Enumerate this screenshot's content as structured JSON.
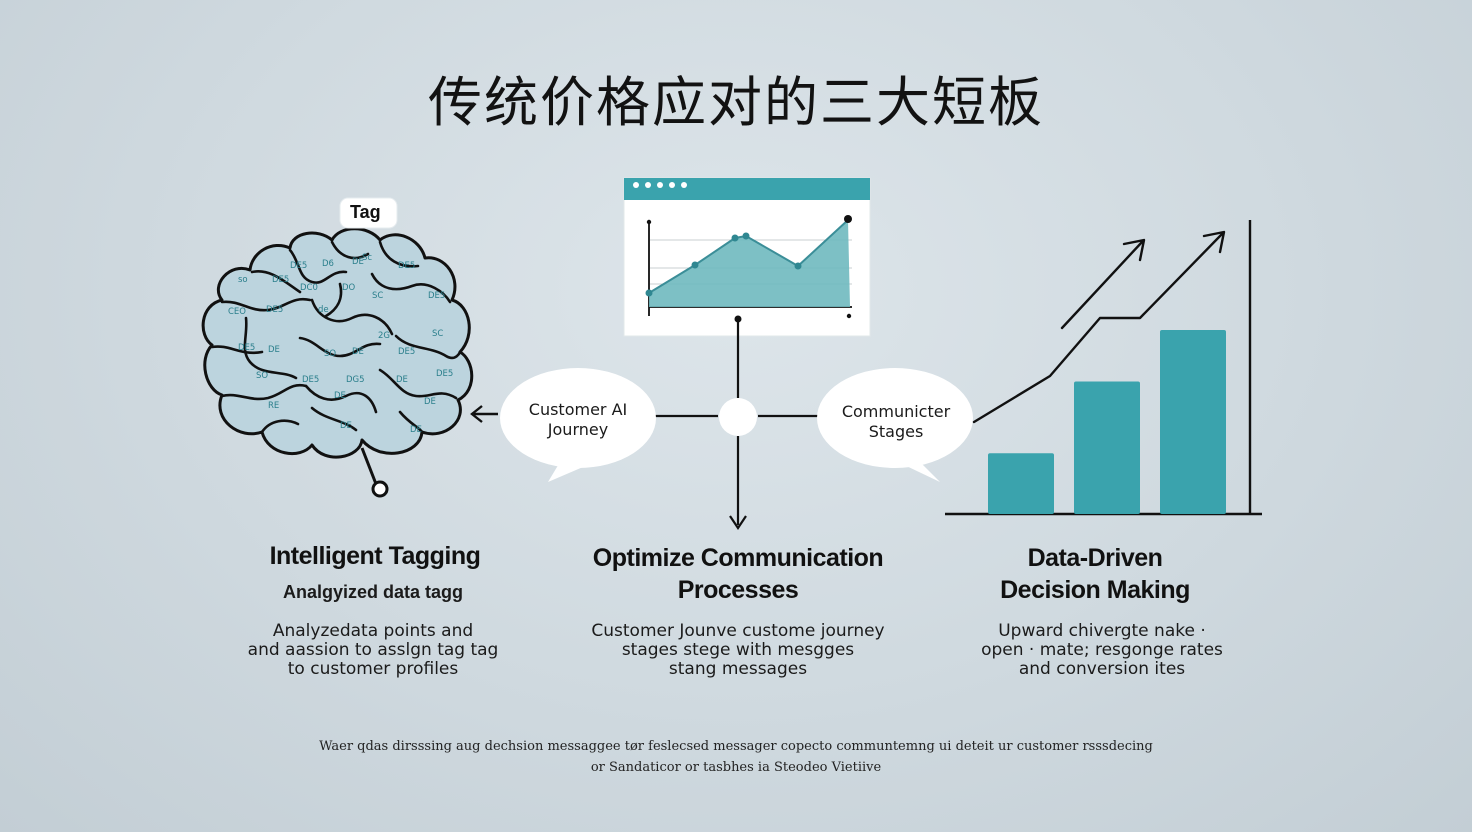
{
  "title": "传统价格应对的三大短板",
  "brain": {
    "tag_label": "Tag",
    "tiny_tags": [
      "DE5",
      "D6",
      "DE",
      "Sc",
      "DE5",
      "so",
      "DE5",
      "DC0",
      "DO",
      "SC",
      "DE5",
      "CEO",
      "DE5",
      "de",
      "2G",
      "SC",
      "DE5",
      "DE",
      "SO",
      "DE",
      "DE5",
      "SO",
      "DE5",
      "DG5",
      "DE",
      "DE5",
      "RE",
      "DE",
      "DE",
      "DE",
      "DE"
    ]
  },
  "bubbles": {
    "left": [
      "Customer AI",
      "Journey"
    ],
    "right": [
      "Communicter",
      "Stages"
    ]
  },
  "columns": [
    {
      "heading": [
        "Intelligent Tagging"
      ],
      "subheading": "Analgyized data tagg",
      "desc": [
        "Analyzedata points  and",
        "and aassion to  asslgn tag tag",
        "to customer  profiles"
      ]
    },
    {
      "heading": [
        "Optimize Communication",
        "Processes"
      ],
      "subheading": "",
      "desc": [
        "Customer Jounve  custome journey",
        "stages  stege  with mesgges",
        "stang  messages"
      ]
    },
    {
      "heading": [
        "Data-Driven",
        "Decision Making"
      ],
      "subheading": "",
      "desc": [
        "Upward chivergte nake ·",
        "open  ·  mate;  resgonge rates",
        "and conversion  ites"
      ]
    }
  ],
  "footer": [
    "Waer qdas dirsssing aug dechsion messaggee tør feslecsed messager copecto communtemng ui deteit ur customer rsssdecing",
    "or Sandaticor or tasbhes ia Steodeo Vietiive"
  ],
  "colors": {
    "background": "#cfd9df",
    "teal": "#3aa3ad",
    "teal_fill": "#6fb9bf",
    "brain_fill": "#bcd4de",
    "ink": "#151515"
  },
  "bar_chart": {
    "values": [
      0.33,
      0.72,
      1.0
    ]
  }
}
